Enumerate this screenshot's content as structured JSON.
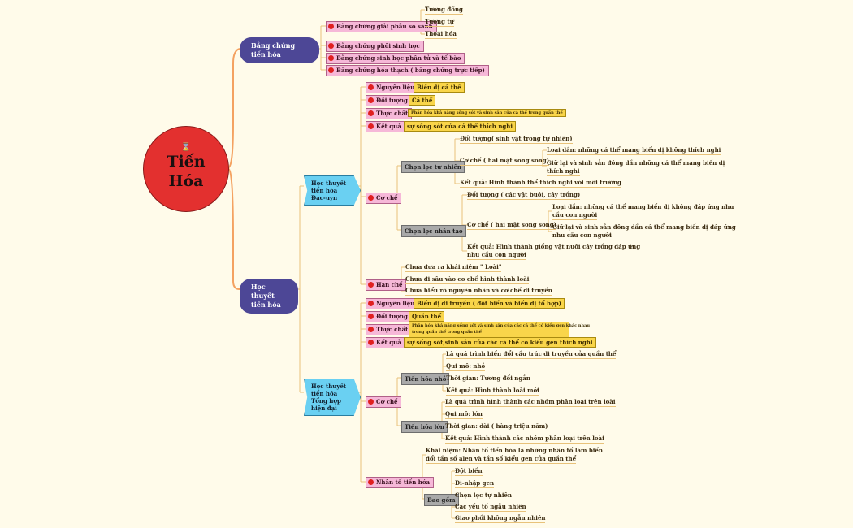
{
  "root": {
    "title": "Tiến Hóa",
    "icon": "hourglass-icon"
  },
  "branch_evidence": {
    "label": "Bằng chứng tiến hóa",
    "items": [
      {
        "label": "Bằng chứng giải phẫu so sánh",
        "children": [
          "Tương đồng",
          "Tương tự",
          "Thoái hóa"
        ]
      },
      {
        "label": "Bằng chứng phôi sinh học"
      },
      {
        "label": "Bằng chứng sinh học phân tử và tế bào"
      },
      {
        "label": "Bằng chứng hóa thạch ( bằng chứng trực tiếp)"
      }
    ]
  },
  "branch_theory": {
    "label": "Học thuyết tiến hóa",
    "darwin": {
      "label": "Học thuyết tiến hóa Đac-uyn",
      "nguyen_lieu": {
        "label": "Nguyên liệu",
        "value": "Biến dị cá thể"
      },
      "doi_tuong": {
        "label": "Đối tượng",
        "value": "Cá thể"
      },
      "thuc_chat": {
        "label": "Thực chất",
        "value": "Phân hóa khả năng sống sót và sinh sản của cá thể trong quần thể"
      },
      "ket_qua": {
        "label": "Kết quả",
        "value": "sự sống sót của cá thể thích nghi"
      },
      "co_che": {
        "label": "Cơ chế",
        "natural": {
          "label": "Chọn lọc tự nhiên",
          "doi_tuong": "Đối tượng( sinh vật trong tự nhiên)",
          "co_che": "Cơ chế ( hai mặt song song)",
          "mech1": "Loại dần: những cá thể mang biến dị không thích nghi",
          "mech2a": "Giữ lại và sinh sản đông dần những cá thể mang biến dị",
          "mech2b": "thích nghi",
          "ket_qua": "Kết quả: Hình thành thể thích nghi với môi trường"
        },
        "artificial": {
          "label": "Chọn lọc nhân tạo",
          "doi_tuong": "Đối tượng ( các vật buôi, cây trồng)",
          "co_che": "Cơ chế ( hai mặt song song)",
          "mech1a": "Loại dần: những cá thể mang biến dị không đáp ứng nhu",
          "mech1b": "cầu con người",
          "mech2a": "Giữ lại và sinh sản đông dần cá thể mang biến dị đáp ứng",
          "mech2b": "nhu cầu con người",
          "ket_qua_a": "Kết quả: Hình thành giống vật nuôi cây trồng đáp ứng",
          "ket_qua_b": "nhu cầu con người"
        }
      },
      "han_che": {
        "label": "Hạn chế",
        "items": [
          "Chưa đưa ra khái niệm \" Loài\"",
          "Chưa đi sâu vào cơ chế hình thành loài",
          "Chưa hiểu rõ nguyên nhân và cơ chế di truyền"
        ]
      }
    },
    "modern": {
      "label": "Học thuyết tiến hóa Tổng hợp hiện đại",
      "nguyen_lieu": {
        "label": "Nguyên liệu",
        "value": "Biến dị di truyền ( đột biến và biến dị tổ hợp)"
      },
      "doi_tuong": {
        "label": "Đối tượng",
        "value": "Quần thể"
      },
      "thuc_chat": {
        "label": "Thực chất",
        "value_a": "Phân hóa khả năng sống sót và sinh sản của các cá thể có kiểu gen khác nhau",
        "value_b": "trong quần thể trong quần thể"
      },
      "ket_qua": {
        "label": "Kết quả",
        "value": "sự sống sót,sinh sản của các cá thể có kiểu gen thích nghi"
      },
      "co_che": {
        "label": "Cơ chế",
        "micro": {
          "label": "Tiến hóa nhỏ",
          "items": [
            "Là quá trình biến đổi cấu trúc di truyền của quần thể",
            "Qui mô: nhỏ",
            "Thời gian: Tương đối ngắn",
            "Kết quả: Hình thành loài mới"
          ]
        },
        "macro": {
          "label": "Tiến hóa lớn",
          "items": [
            "Là quá trình hình thành các nhóm phân loại trên loài",
            "Qui mô: lớn",
            "Thời gian: dài ( hàng triệu năm)",
            "Kết quả: Hình thành các nhóm phân loại trên loài"
          ]
        }
      },
      "factors": {
        "label": "Nhân tố tiến hóa",
        "concept_a": "Khái niệm: Nhân tố tiến hóa là những nhân tố làm biến",
        "concept_b": "đổi tần số alen và tần số kiểu gen của quần thể",
        "include": {
          "label": "Bao gồm",
          "items": [
            "Đột biến",
            "Di-nhập gen",
            "Chọn lọc tự nhiên",
            "Các yếu tố ngẫu nhiên",
            "Giao phối không ngẫu nhiên"
          ]
        }
      }
    }
  },
  "colors": {
    "root": "#e3302f",
    "level1": "#4d4796",
    "level2": "#6ad0f2",
    "pink": "#f6b8d8",
    "yellow": "#f9d54a",
    "gray": "#a9a9a9",
    "line": "#e8c27a"
  }
}
